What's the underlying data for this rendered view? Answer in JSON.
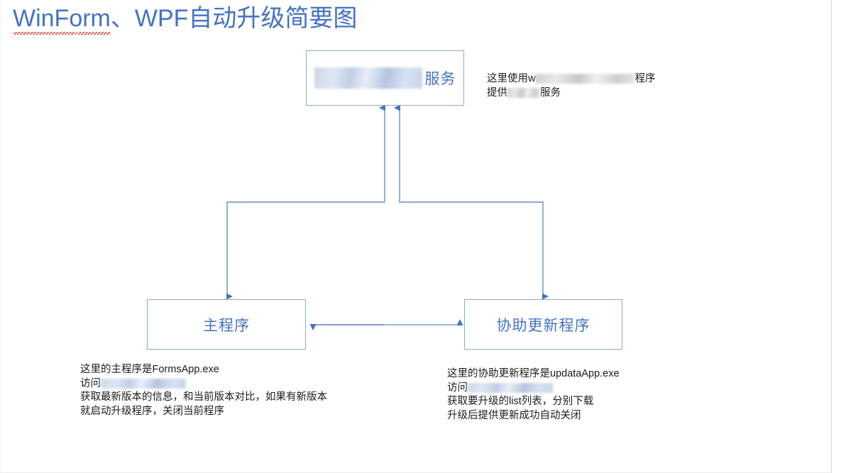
{
  "page": {
    "title": "WinForm、WPF自动升级简要图",
    "title_spellchecked_word": "WinForm",
    "title_rest": "、WPF自动升级简要图",
    "title_color": "#4472c4",
    "background_color": "#ffffff",
    "node_border_color": "#8ea9c8",
    "node_text_color": "#4472c4",
    "connector_color": "#7b9ec8",
    "spellcheck_underline_color": "#e03030"
  },
  "nodes": {
    "service": {
      "label_redacted": "",
      "label_visible": "服务",
      "redaction_note": "blurred product name before 服务"
    },
    "main_app": {
      "label": "主程序"
    },
    "updater_app": {
      "label": "协助更新程序"
    }
  },
  "notes": {
    "service": {
      "lines": [
        {
          "prefix": "这里使用w",
          "redacted": true,
          "suffix": "程序"
        },
        {
          "prefix": "提供",
          "redacted": true,
          "suffix": "服务"
        }
      ]
    },
    "main_app": {
      "lines": [
        {
          "prefix": "这里的主程序是FormsApp.exe",
          "redacted": false,
          "suffix": ""
        },
        {
          "prefix": "访问",
          "redacted": true,
          "suffix": ""
        },
        {
          "prefix": "获取最新版本的信息，和当前版本对比，如果有新版本",
          "redacted": false,
          "suffix": ""
        },
        {
          "prefix": "就启动升级程序，关闭当前程序",
          "redacted": false,
          "suffix": ""
        }
      ]
    },
    "updater_app": {
      "lines": [
        {
          "prefix": "这里的协助更新程序是updataApp.exe",
          "redacted": false,
          "suffix": ""
        },
        {
          "prefix": "访问",
          "redacted": true,
          "suffix": ""
        },
        {
          "prefix": "获取要升级的list列表，分别下载",
          "redacted": false,
          "suffix": ""
        },
        {
          "prefix": "升级后提供更新成功自动关闭",
          "redacted": false,
          "suffix": ""
        }
      ]
    }
  },
  "connectors": [
    {
      "name": "main-to-service",
      "from": "主程序",
      "to": "服务",
      "direction": "up",
      "style": "elbow"
    },
    {
      "name": "updater-to-service",
      "from": "协助更新程序",
      "to": "服务",
      "direction": "up",
      "style": "elbow"
    },
    {
      "name": "service-to-main",
      "from": "服务",
      "to": "主程序",
      "direction": "down",
      "style": "elbow"
    },
    {
      "name": "service-to-updater",
      "from": "服务",
      "to": "协助更新程序",
      "direction": "down",
      "style": "elbow"
    },
    {
      "name": "main-updater-bidirectional",
      "from": "主程序",
      "to": "协助更新程序",
      "direction": "both",
      "style": "straight"
    }
  ]
}
